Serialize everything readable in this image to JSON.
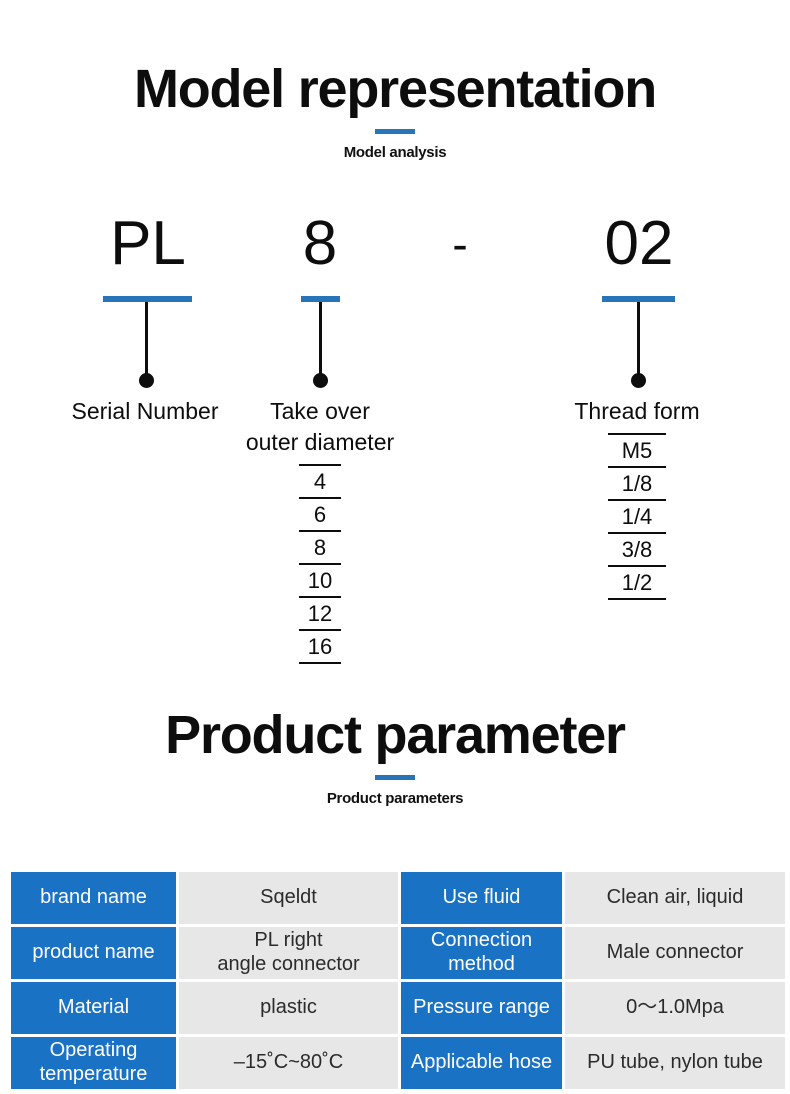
{
  "model_section": {
    "title": "Model representation",
    "subtitle": "Model analysis",
    "accent_color": "#2874b8",
    "code_tokens": [
      {
        "text": "PL"
      },
      {
        "text": "8"
      },
      {
        "text": "-"
      },
      {
        "text": "02"
      }
    ],
    "callouts": [
      {
        "label_line1": "Serial Number",
        "label_line2": "",
        "options": []
      },
      {
        "label_line1": "Take over",
        "label_line2": "outer diameter",
        "options": [
          "4",
          "6",
          "8",
          "10",
          "12",
          "16"
        ]
      },
      {
        "label_line1": "Thread form",
        "label_line2": "",
        "options": [
          "M5",
          "1/8",
          "1/4",
          "3/8",
          "1/2"
        ]
      }
    ]
  },
  "product_section": {
    "title": "Product parameter",
    "subtitle": "Product parameters",
    "accent_color": "#2874b8"
  },
  "param_table": {
    "key_color": "#1a72c4",
    "value_color": "#e7e7e7",
    "rows": [
      {
        "key1": "brand name",
        "val1": "Sqeldt",
        "key2": "Use fluid",
        "val2": "Clean air, liquid"
      },
      {
        "key1": "product name",
        "val1": "PL right\nangle connector",
        "key2": "Connection\nmethod",
        "val2": "Male connector"
      },
      {
        "key1": "Material",
        "val1": "plastic",
        "key2": "Pressure range",
        "val2": "0～1.0Mpa"
      },
      {
        "key1": "Operating\ntemperature",
        "val1": "–15˚C~80˚C",
        "key2": "Applicable hose",
        "val2": "PU tube, nylon tube"
      }
    ]
  }
}
